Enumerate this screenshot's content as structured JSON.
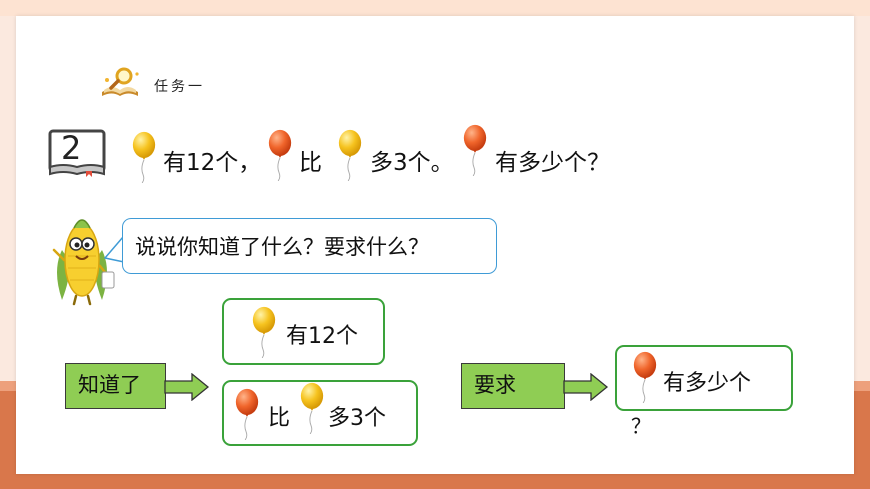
{
  "task": {
    "label": "任务一",
    "icon": "magnifier-book-icon"
  },
  "problem": {
    "number": "2",
    "segments": [
      "有12个，",
      "比",
      "多3个。",
      "有多少个？"
    ]
  },
  "speech": {
    "text": "说说你知道了什么？要求什么？"
  },
  "known": {
    "label": "知道了",
    "fact1": "有12个",
    "fact2_compare": "比",
    "fact2_more": "多3个"
  },
  "ask": {
    "label": "要求",
    "question": "有多少个",
    "question_mark": "？"
  },
  "colors": {
    "yellow_balloon": "#f6c31f",
    "orange_balloon": "#f0652b",
    "green_border": "#3aa23a",
    "label_fill": "#8fcd54",
    "bubble_border": "#3f9bd6",
    "bottom_band": "#d9774b"
  }
}
